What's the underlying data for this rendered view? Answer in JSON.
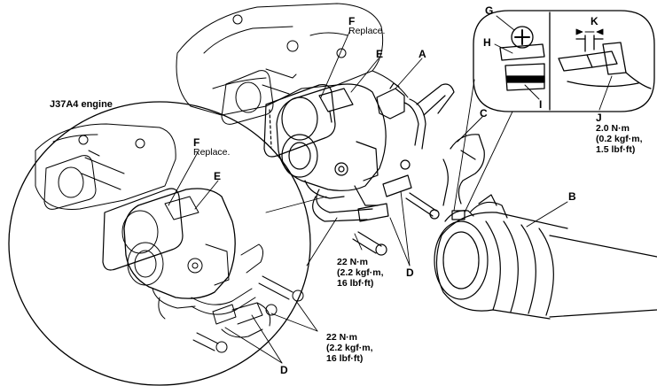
{
  "engine_label": "J37A4 engine",
  "labels": {
    "A": "A",
    "B": "B",
    "C": "C",
    "D": "D",
    "E": "E",
    "F": "F",
    "G": "G",
    "H": "H",
    "I": "I",
    "J": "J",
    "K": "K"
  },
  "replace_note": "Replace.",
  "torque_22": {
    "line1": "22 N·m",
    "line2": "(2.2 kgf·m,",
    "line3": "16 lbf·ft)"
  },
  "torque_2": {
    "line1": "2.0 N·m",
    "line2": "(0.2 kgf·m,",
    "line3": "1.5 lbf·ft)"
  }
}
